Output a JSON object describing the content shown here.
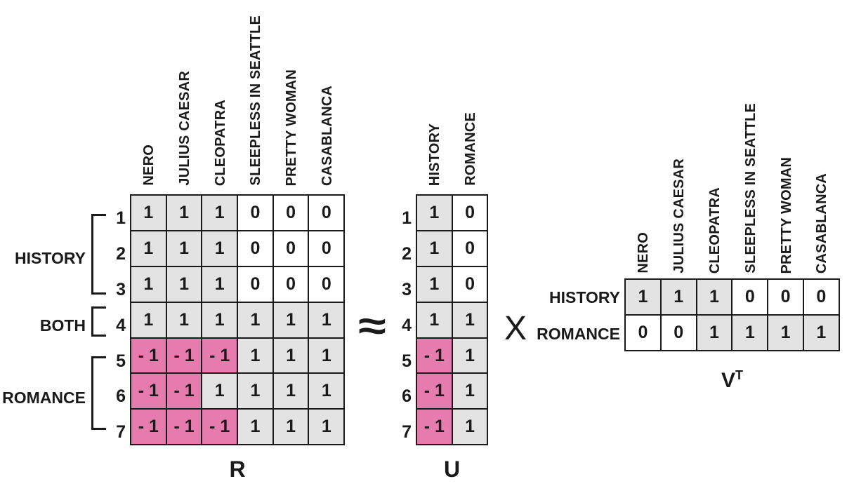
{
  "diagram": {
    "approx_symbol": "≈",
    "times_symbol": "X",
    "negative_display": "- 1"
  },
  "colors": {
    "background": "#ffffff",
    "line": "#1a1a1a",
    "cell_one": "#e3e3e3",
    "cell_zero": "#ffffff",
    "cell_neg": "#e67bae"
  },
  "matrices": {
    "R": {
      "label": "R",
      "column_headers": [
        "NERO",
        "JULIUS CAESAR",
        "CLEOPATRA",
        "SLEEPLESS IN SEATTLE",
        "PRETTY WOMAN",
        "CASABLANCA"
      ],
      "row_numbers": [
        "1",
        "2",
        "3",
        "4",
        "5",
        "6",
        "7"
      ],
      "row_groups": [
        {
          "label": "HISTORY",
          "rows": "1-3"
        },
        {
          "label": "BOTH",
          "rows": "4"
        },
        {
          "label": "ROMANCE",
          "rows": "5-7"
        }
      ],
      "rows": [
        [
          1,
          1,
          1,
          0,
          0,
          0
        ],
        [
          1,
          1,
          1,
          0,
          0,
          0
        ],
        [
          1,
          1,
          1,
          0,
          0,
          0
        ],
        [
          1,
          1,
          1,
          1,
          1,
          1
        ],
        [
          -1,
          -1,
          -1,
          1,
          1,
          1
        ],
        [
          -1,
          -1,
          1,
          1,
          1,
          1
        ],
        [
          -1,
          -1,
          -1,
          1,
          1,
          1
        ]
      ]
    },
    "U": {
      "label": "U",
      "column_headers": [
        "HISTORY",
        "ROMANCE"
      ],
      "row_numbers": [
        "1",
        "2",
        "3",
        "4",
        "5",
        "6",
        "7"
      ],
      "rows": [
        [
          1,
          0
        ],
        [
          1,
          0
        ],
        [
          1,
          0
        ],
        [
          1,
          1
        ],
        [
          -1,
          1
        ],
        [
          -1,
          1
        ],
        [
          -1,
          1
        ]
      ]
    },
    "VT": {
      "label_base": "V",
      "label_sup": "T",
      "column_headers": [
        "NERO",
        "JULIUS CAESAR",
        "CLEOPATRA",
        "SLEEPLESS IN SEATTLE",
        "PRETTY WOMAN",
        "CASABLANCA"
      ],
      "row_labels": [
        "HISTORY",
        "ROMANCE"
      ],
      "rows": [
        [
          1,
          1,
          1,
          0,
          0,
          0
        ],
        [
          0,
          0,
          1,
          1,
          1,
          1
        ]
      ]
    }
  }
}
